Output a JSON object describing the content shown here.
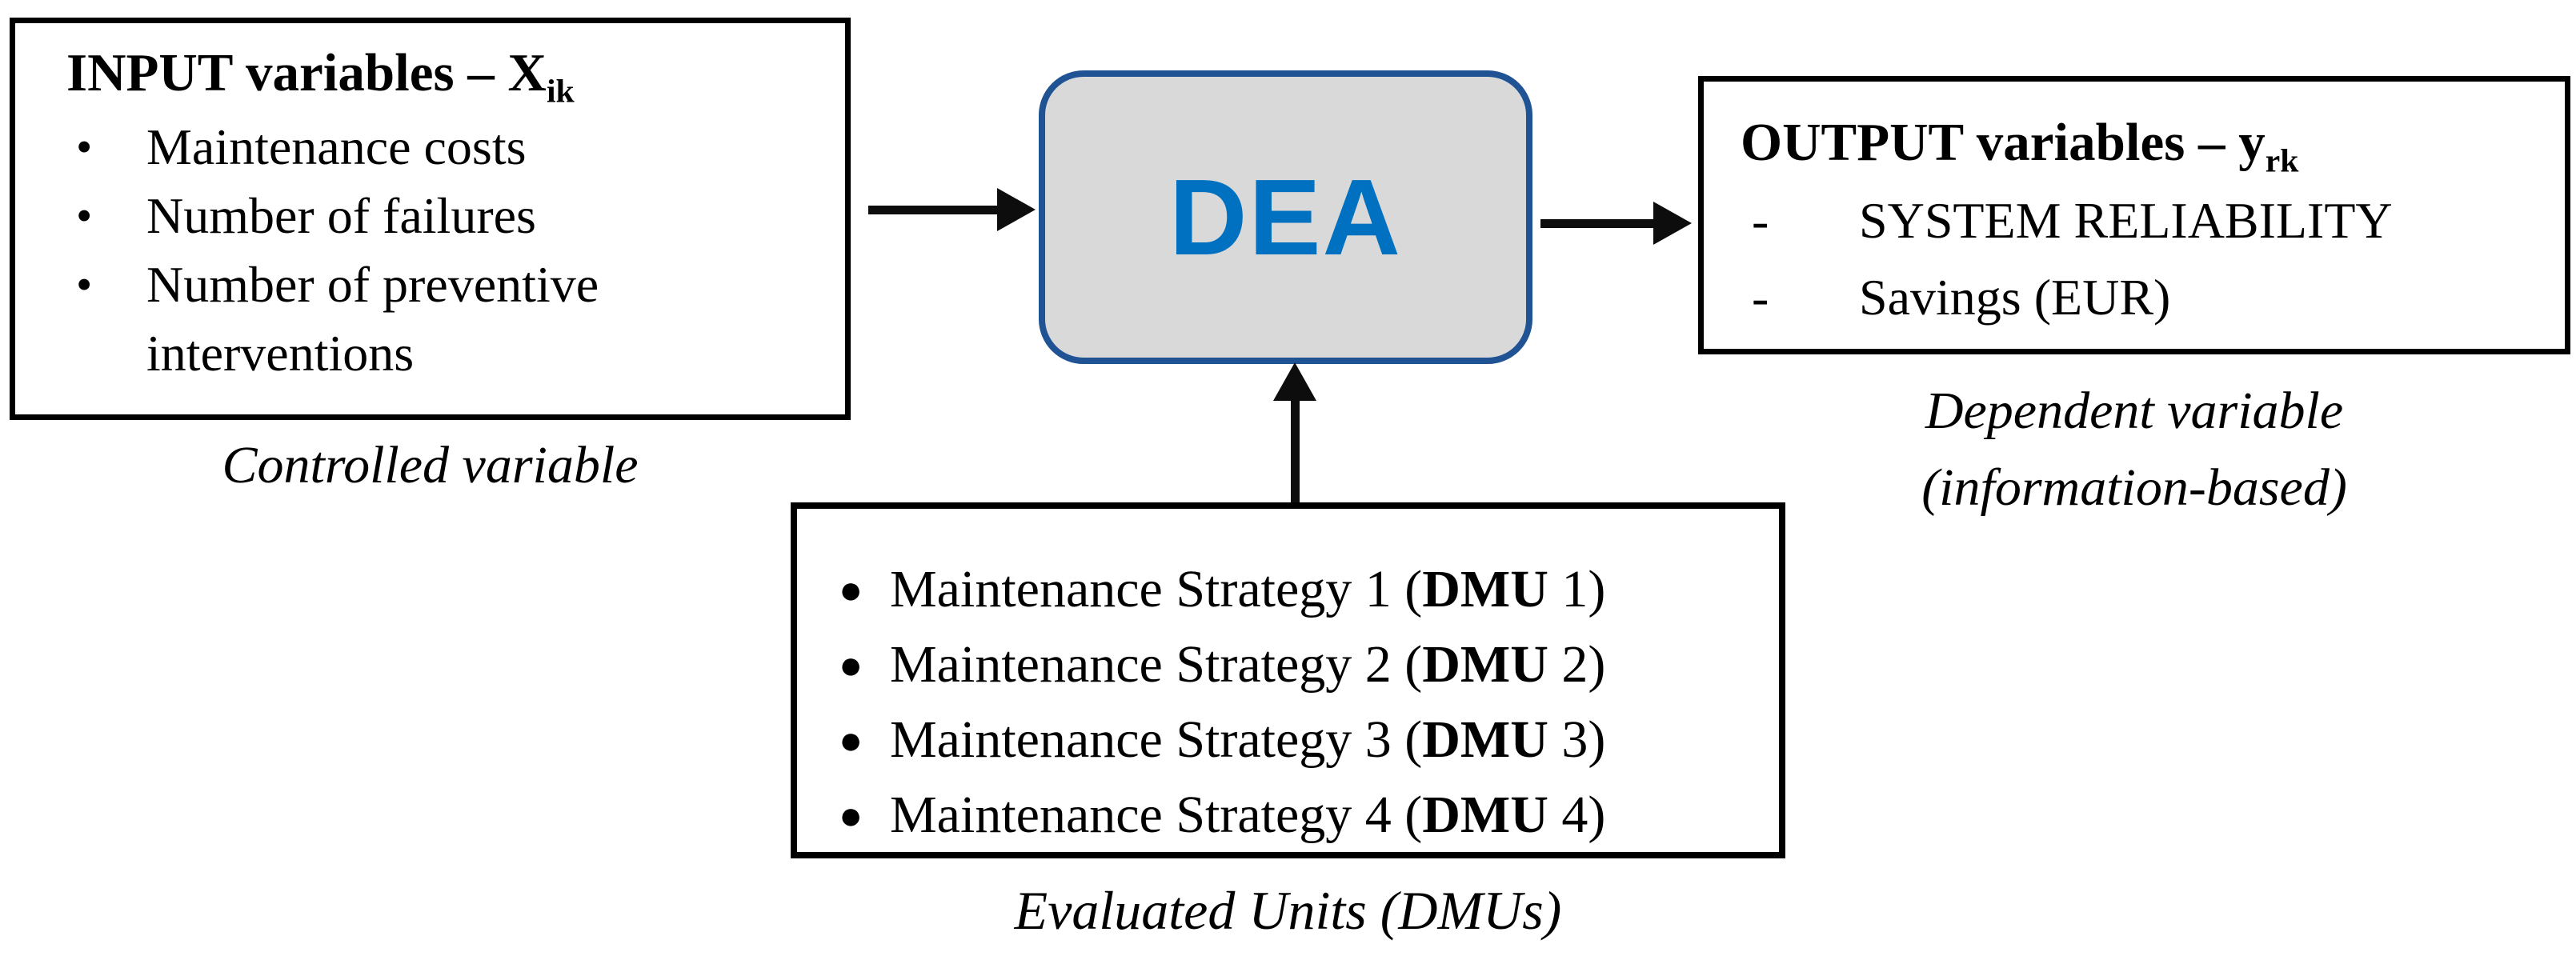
{
  "diagram": {
    "input_box": {
      "bullet": "•",
      "title": "INPUT variables – X",
      "title_sub": "ik",
      "items": [
        "Maintenance costs",
        "Number of failures",
        "Number of preventive interventions"
      ],
      "caption": "Controlled variable"
    },
    "dea_box": {
      "label": "DEA",
      "fill_color": "#d9d9d9",
      "border_color": "#1f5394",
      "text_color": "#0070c0"
    },
    "output_box": {
      "dash": "-",
      "title": "OUTPUT variables – y",
      "title_sub": "rk",
      "items": [
        "SYSTEM RELIABILITY",
        "Savings (EUR)"
      ],
      "caption_line1": "Dependent variable",
      "caption_line2": "(information-based)"
    },
    "dmu_box": {
      "bullet": "●",
      "items": [
        {
          "pre": "Maintenance Strategy 1 (",
          "bold": "DMU",
          "post": " 1)"
        },
        {
          "pre": "Maintenance Strategy 2 (",
          "bold": "DMU",
          "post": " 2)"
        },
        {
          "pre": "Maintenance Strategy 3 (",
          "bold": "DMU",
          "post": " 3)"
        },
        {
          "pre": "Maintenance Strategy 4 (",
          "bold": "DMU",
          "post": " 4)"
        }
      ],
      "caption": "Evaluated Units (DMUs)"
    }
  }
}
